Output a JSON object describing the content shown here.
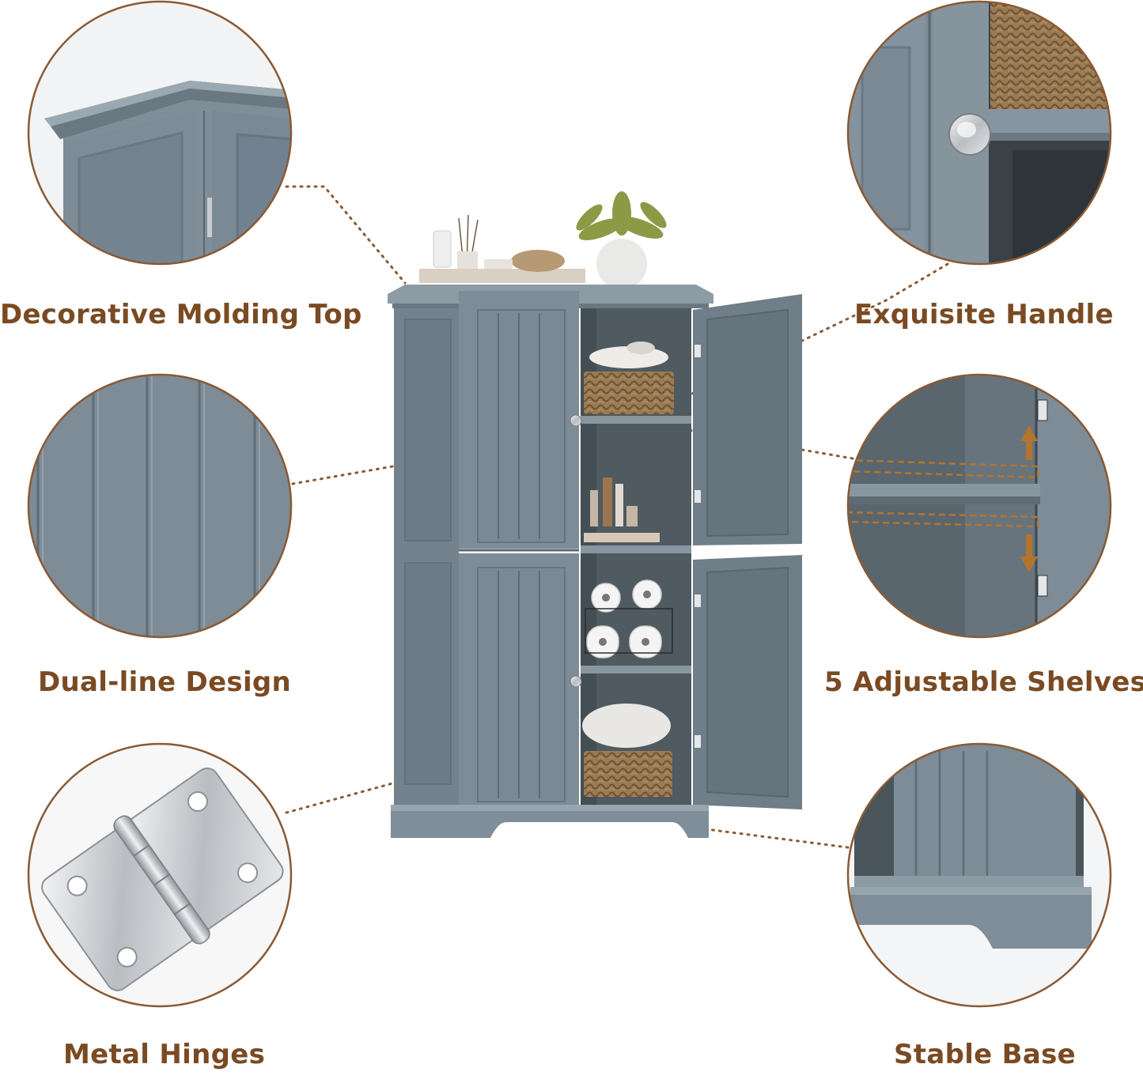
{
  "labels": {
    "molding": "Decorative Molding Top",
    "handle": "Exquisite Handle",
    "dual": "Dual-line Design",
    "shelves": "5 Adjustable Shelves",
    "hinges": "Metal Hinges",
    "base": "Stable Base"
  },
  "colors": {
    "cabinet": "#7d8c96",
    "cabinet_dark": "#5d6a73",
    "interior": "#4a545b",
    "label": "#7a4a22",
    "circle_stroke": "#8a5a34",
    "dotted_line": "#8a5a34",
    "arrow": "#b5742e"
  },
  "icons": {
    "shelf_up": "arrow-up-icon",
    "shelf_down": "arrow-down-icon"
  }
}
